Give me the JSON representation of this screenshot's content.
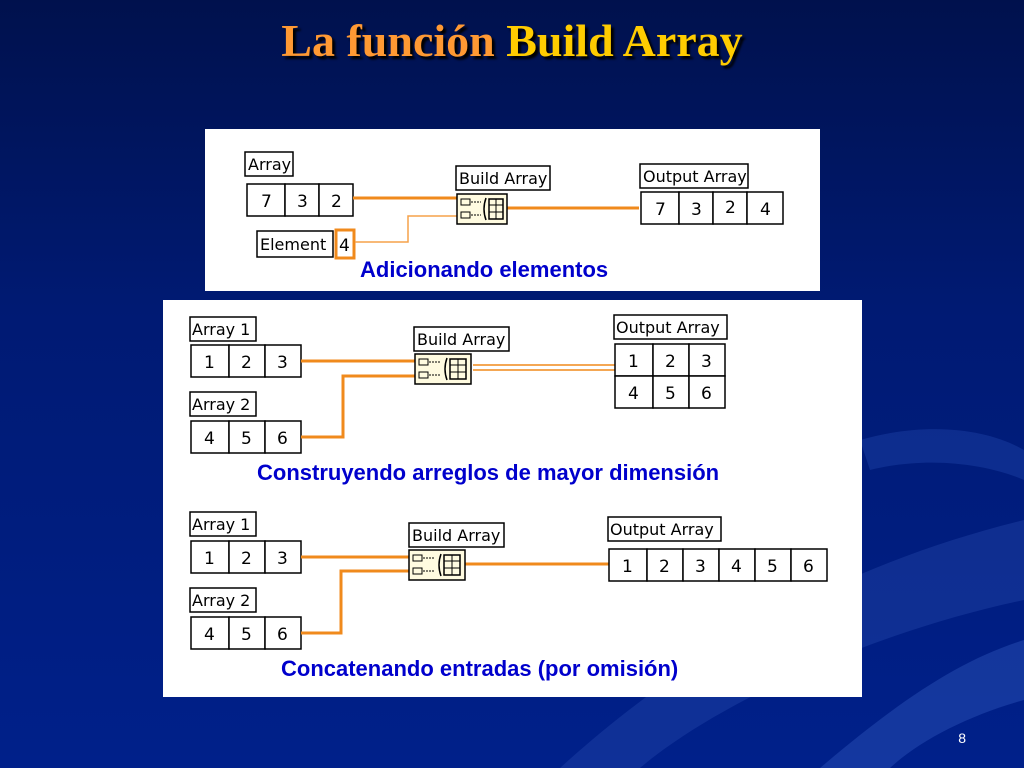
{
  "slide": {
    "title_part1": "La función",
    "title_part2": "Build Array",
    "page_number": "8"
  },
  "panels": [
    {
      "caption": "Adicionando elementos",
      "inputs": [
        {
          "label": "Array",
          "values": [
            "7",
            "3",
            "2"
          ]
        },
        {
          "label": "Element",
          "values": [
            "4"
          ]
        }
      ],
      "function_label": "Build Array",
      "output": {
        "label": "Output Array",
        "rows": [
          [
            "7",
            "3",
            "2",
            "4"
          ]
        ]
      }
    },
    {
      "caption": "Construyendo arreglos de mayor dimensión",
      "inputs": [
        {
          "label": "Array 1",
          "values": [
            "1",
            "2",
            "3"
          ]
        },
        {
          "label": "Array 2",
          "values": [
            "4",
            "5",
            "6"
          ]
        }
      ],
      "function_label": "Build Array",
      "output": {
        "label": "Output Array",
        "rows": [
          [
            "1",
            "2",
            "3"
          ],
          [
            "4",
            "5",
            "6"
          ]
        ]
      }
    },
    {
      "caption": "Concatenando entradas (por omisión)",
      "inputs": [
        {
          "label": "Array 1",
          "values": [
            "1",
            "2",
            "3"
          ]
        },
        {
          "label": "Array 2",
          "values": [
            "4",
            "5",
            "6"
          ]
        }
      ],
      "function_label": "Build Array",
      "output": {
        "label": "Output Array",
        "rows": [
          [
            "1",
            "2",
            "3",
            "4",
            "5",
            "6"
          ]
        ]
      }
    }
  ],
  "colors": {
    "wire": "#f08a1c",
    "wire_thin": "#f5a24a",
    "caption": "#0000cc",
    "title_accent": "#ff9933",
    "title_main": "#ffcc00"
  }
}
